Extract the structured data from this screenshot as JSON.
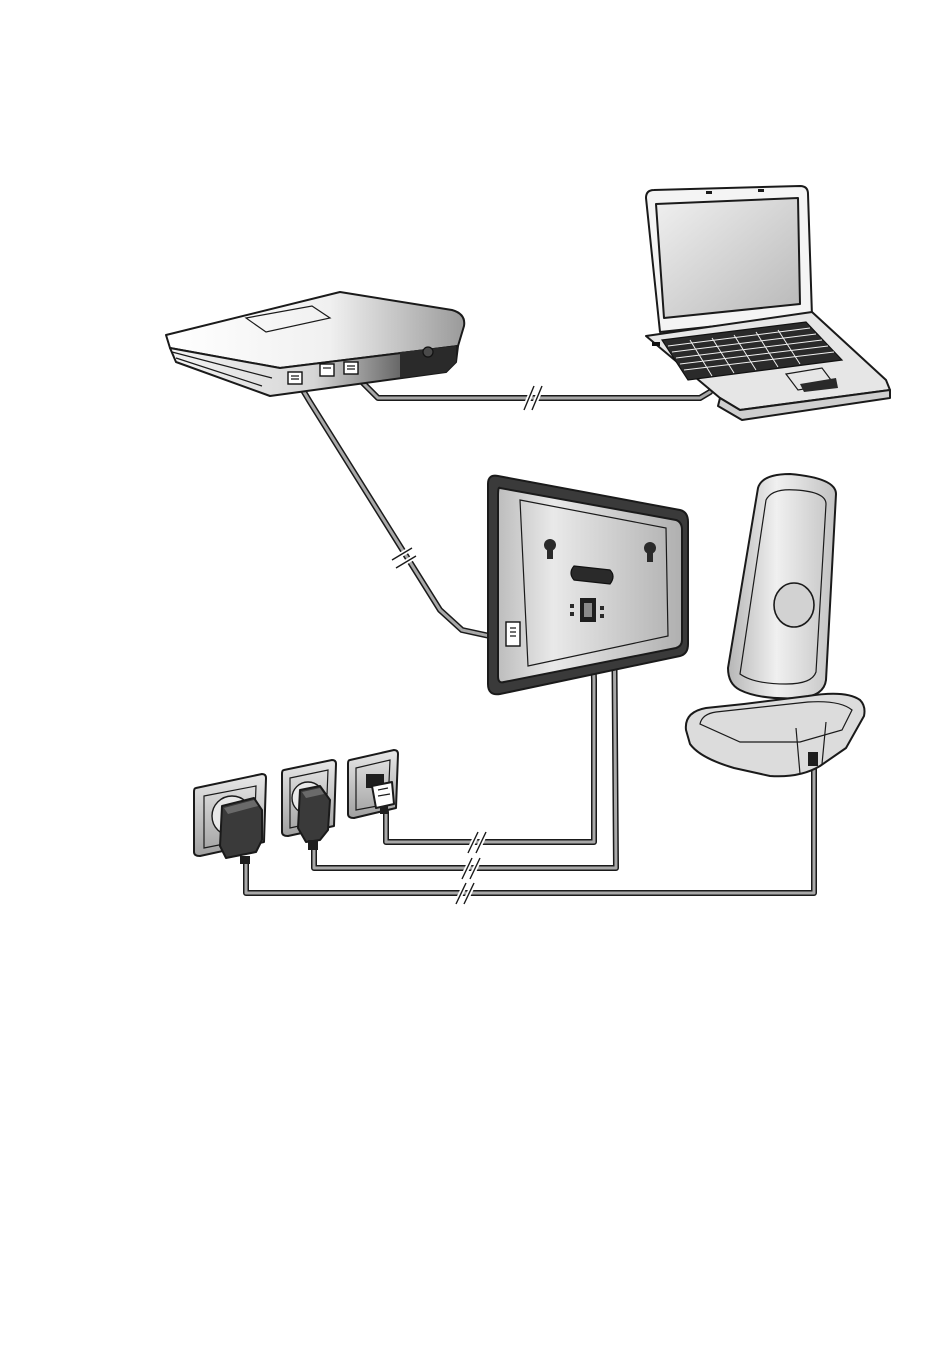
{
  "colors": {
    "background": "#ffffff",
    "outline": "#1a1a1a",
    "cable": "#a8a8a8",
    "device_light": "#f2f2f2",
    "device_mid": "#c8c8c8",
    "device_dark": "#3a3a3a"
  },
  "devices": [
    {
      "name": "router",
      "icon": "router-icon"
    },
    {
      "name": "laptop",
      "icon": "laptop-icon"
    },
    {
      "name": "base-station-back",
      "icon": "base-station-icon"
    },
    {
      "name": "handset-with-charger",
      "icon": "handset-icon"
    },
    {
      "name": "power-outlet-1",
      "icon": "power-outlet-icon"
    },
    {
      "name": "power-outlet-2",
      "icon": "power-outlet-icon"
    },
    {
      "name": "telephone-wall-socket",
      "icon": "phone-socket-icon"
    }
  ],
  "cables": [
    {
      "name": "router-to-laptop-cable",
      "from": "router",
      "to": "laptop"
    },
    {
      "name": "router-to-base-cable",
      "from": "router",
      "to": "base-station-back"
    },
    {
      "name": "base-to-phone-socket-cable",
      "from": "base-station-back",
      "to": "telephone-wall-socket"
    },
    {
      "name": "base-to-power-cable",
      "from": "base-station-back",
      "to": "power-outlet-2"
    },
    {
      "name": "charger-to-power-cable",
      "from": "handset-with-charger",
      "to": "power-outlet-1"
    }
  ]
}
